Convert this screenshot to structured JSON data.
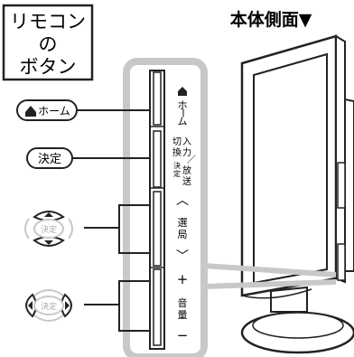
{
  "remote_box": {
    "line1": "リモコン",
    "line2": "の",
    "line3": "ボタン"
  },
  "side_heading": "本体側面▼",
  "remote_buttons": {
    "home": "ホーム",
    "kettei": "決定",
    "pad_center": "決定"
  },
  "tv_side_labels": {
    "home_v": [
      "ホ",
      "ー",
      "ム"
    ],
    "input_l1": [
      "切",
      "換"
    ],
    "input_l2": [
      "入",
      "力"
    ],
    "input_l3": [
      "（",
      "決",
      "定",
      "）"
    ],
    "input_slash": "／",
    "input_l4": [
      "放",
      "送"
    ],
    "ch_up": "︿",
    "ch_label": [
      "選",
      "局"
    ],
    "ch_down": "﹀",
    "vol_plus": "+",
    "vol_label": [
      "音",
      "量"
    ],
    "vol_minus": "−"
  },
  "colors": {
    "gray_frame": "#c8c8c8",
    "dark": "#222222",
    "light_gray": "#d0d0d0"
  }
}
